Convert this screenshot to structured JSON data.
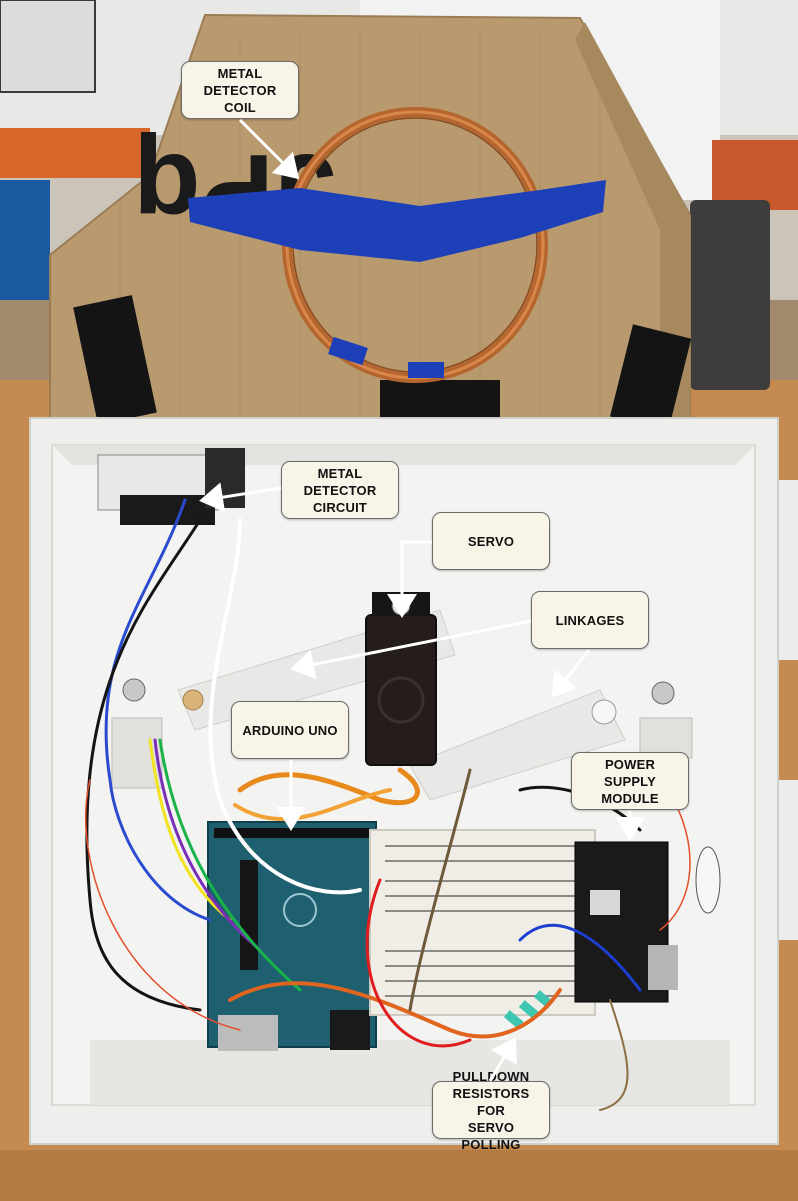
{
  "labels": {
    "coil": "METAL\nDETECTOR COIL",
    "circuit": "METAL\nDETECTOR\nCIRCUIT",
    "servo": "SERVO",
    "linkages": "LINKAGES",
    "arduino": "ARDUINO UNO",
    "power": "POWER SUPPLY\nMODULE",
    "resistors": "PULLDOWN\nRESISTORS FOR\nSERVO POLLING"
  },
  "board_text": {
    "cardboard_marking": "JPq"
  },
  "colors": {
    "cardboard": "#b89a6e",
    "enclosure": "#eeeeec",
    "copper_coil": "#b5652e",
    "blue_tape": "#1d3fb8",
    "arduino_board": "#1e5f70",
    "breadboard": "#f0ede6",
    "power_module": "#1a1a1a",
    "callout_fill": "#f8f4e8"
  }
}
